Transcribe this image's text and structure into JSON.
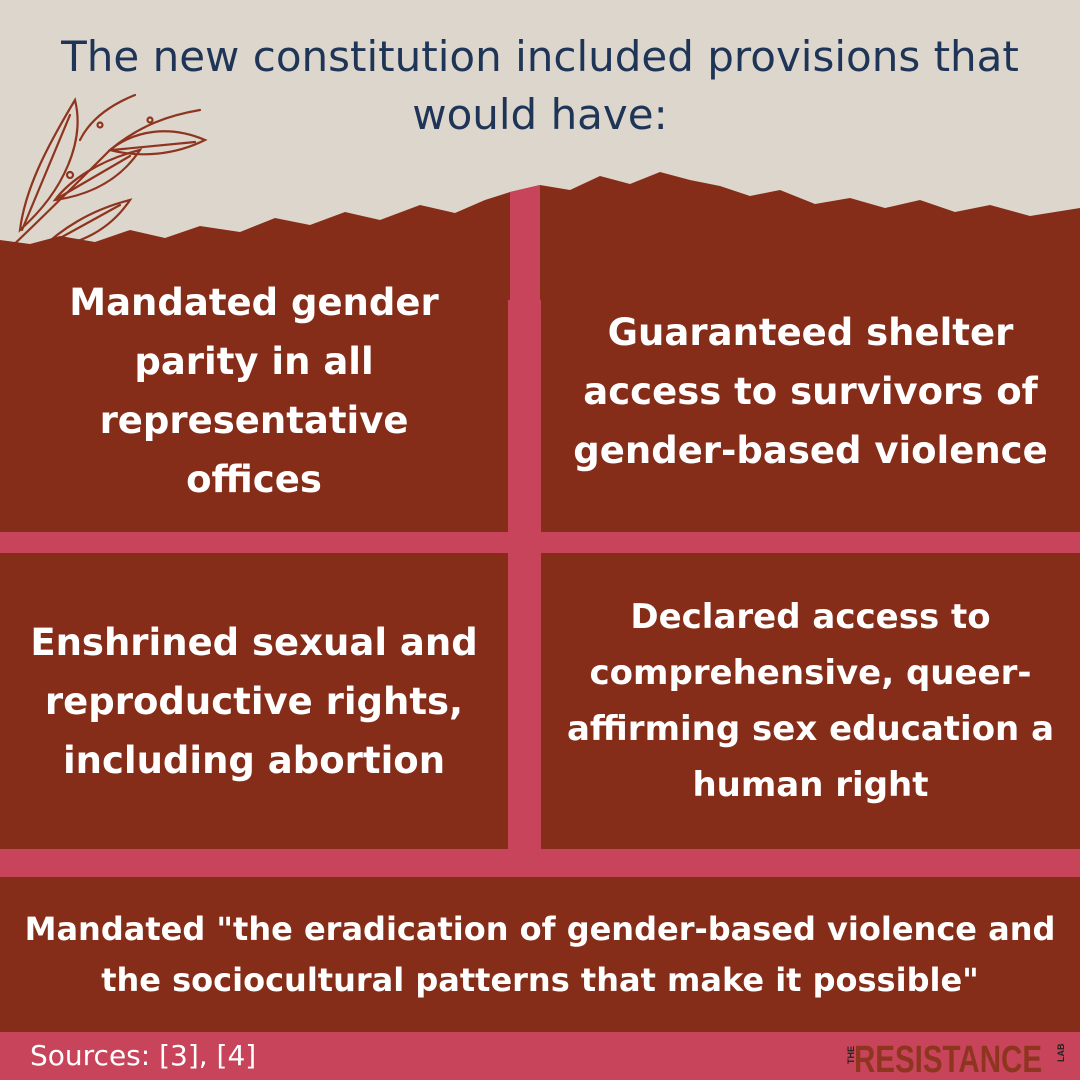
{
  "header": {
    "title": "The new constitution included provisions that would have:"
  },
  "panels": {
    "top_left": "Mandated gender parity in all representative offices",
    "top_right": "Guaranteed shelter access to survivors of gender-based violence",
    "middle_left": "Enshrined sexual and reproductive rights, including abortion",
    "middle_right": "Declared access to comprehensive, queer-affirming sex education a human right",
    "bottom": "Mandated \"the eradication of gender-based violence and the sociocultural patterns that make it possible\""
  },
  "footer": {
    "sources": "Sources: [3], [4]",
    "logo_top": "THE",
    "logo_main": "RESISTANCE",
    "logo_side": "LAB"
  },
  "colors": {
    "background": "#c8445a",
    "panel": "#852d18",
    "paper": "#ddd6cc",
    "headline": "#1f3557",
    "leaf": "#8e3520"
  },
  "icons": [
    "leaf-branch-icon",
    "torn-paper-edge"
  ]
}
